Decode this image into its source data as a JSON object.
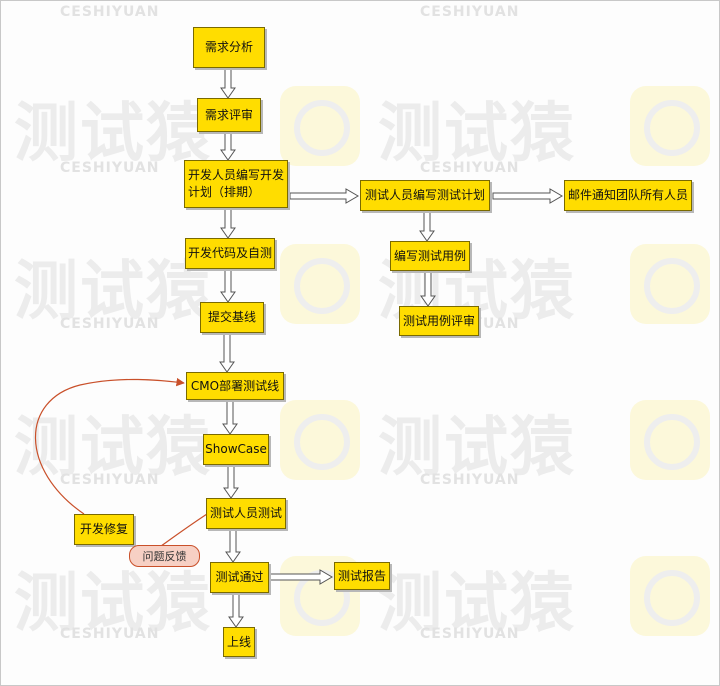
{
  "watermark": {
    "text": "测试猿",
    "subtext": "CESHIYUAN",
    "color": "#ececec"
  },
  "colors": {
    "node_fill": "#ffdd00",
    "node_border": "#7a6a00",
    "feedback_line": "#c9502a",
    "feedback_fill": "#f7d0c4"
  },
  "nodes": {
    "requirement_analysis": "需求分析",
    "requirement_review": "需求评审",
    "dev_plan": "开发人员编写开发计划（排期）",
    "test_plan": "测试人员编写测试计划",
    "email_notify": "邮件通知团队所有人员",
    "dev_code": "开发代码及自测",
    "write_cases": "编写测试用例",
    "case_review": "测试用例评审",
    "submit_baseline": "提交基线",
    "cmo_deploy": "CMO部署测试线",
    "showcase": "ShowCase",
    "tester_test": "测试人员测试",
    "dev_fix": "开发修复",
    "issue_feedback": "问题反馈",
    "test_pass": "测试通过",
    "test_report": "测试报告",
    "go_live": "上线"
  }
}
